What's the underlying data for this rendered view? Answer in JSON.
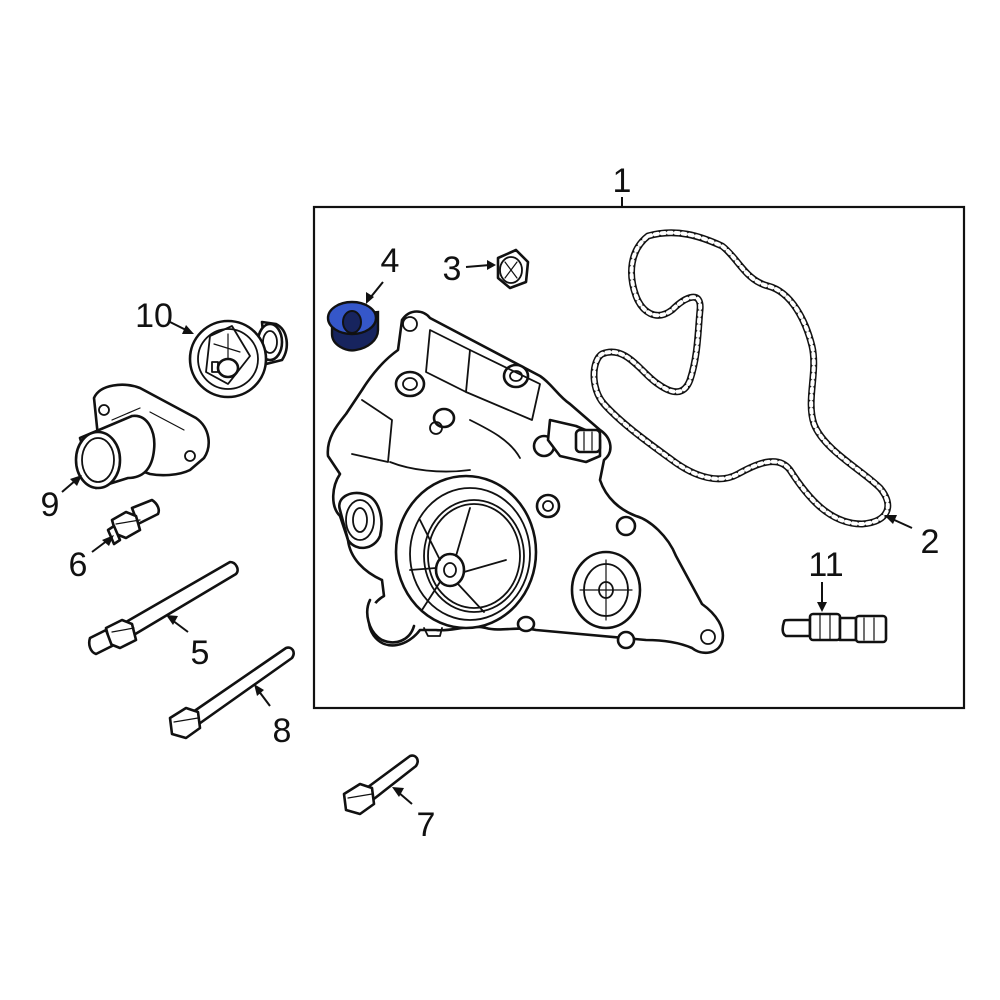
{
  "diagram": {
    "callouts": {
      "c1": "1",
      "c2": "2",
      "c3": "3",
      "c4": "4",
      "c5": "5",
      "c6": "6",
      "c7": "7",
      "c8": "8",
      "c9": "9",
      "c10": "10",
      "c11": "11"
    },
    "highlight_part": "4",
    "colors": {
      "highlight": "#3557c9",
      "highlight_dark": "#17245e",
      "ink": "#111111",
      "background": "#ffffff"
    }
  }
}
